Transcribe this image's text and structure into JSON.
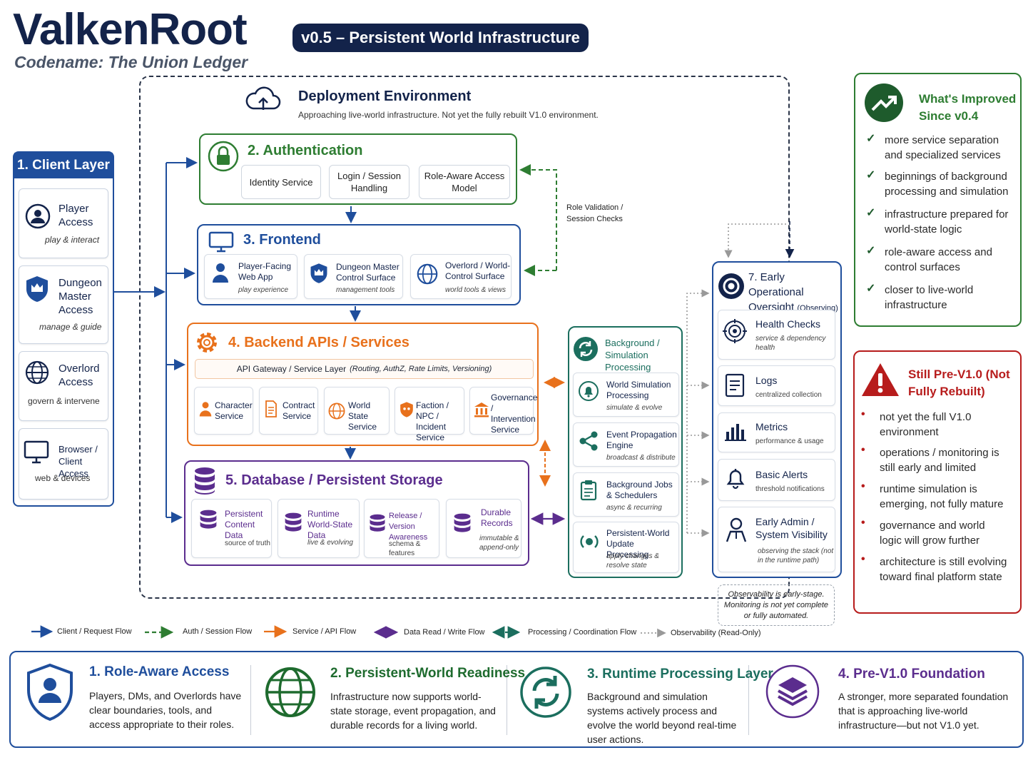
{
  "header": {
    "title": "ValkenRoot",
    "codename": "Codename: The Union Ledger",
    "version_pill": "v0.5 – Persistent World Infrastructure"
  },
  "deployment": {
    "title": "Deployment Environment",
    "subtitle": "Approaching live-world infrastructure. Not yet the fully rebuilt V1.0 environment."
  },
  "client_layer": {
    "title": "1. Client Layer",
    "items": [
      {
        "label": "Player Access",
        "sub": "play & interact"
      },
      {
        "label": "Dungeon Master Access",
        "sub": "manage & guide"
      },
      {
        "label": "Overlord Access",
        "sub": "govern & intervene"
      },
      {
        "label": "Browser / Client Access",
        "sub": "web & devices"
      }
    ]
  },
  "auth": {
    "title": "2. Authentication",
    "items": [
      "Identity Service",
      "Login / Session Handling",
      "Role-Aware Access Model"
    ],
    "side_note": "Role Validation / Session Checks"
  },
  "frontend": {
    "title": "3. Frontend",
    "items": [
      {
        "label": "Player-Facing Web App",
        "sub": "play experience"
      },
      {
        "label": "Dungeon Master Control Surface",
        "sub": "management tools"
      },
      {
        "label": "Overlord / World-Control Surface",
        "sub": "world tools & views"
      }
    ]
  },
  "backend": {
    "title": "4. Backend APIs / Services",
    "gateway": "API Gateway / Service Layer",
    "gateway_detail": "(Routing, AuthZ, Rate Limits, Versioning)",
    "items": [
      "Character Service",
      "Contract Service",
      "World State Service",
      "Faction / NPC / Incident Service",
      "Governance / Intervention Service"
    ]
  },
  "database": {
    "title": "5. Database / Persistent Storage",
    "items": [
      {
        "label": "Persistent Content Data",
        "sub": "source of truth"
      },
      {
        "label": "Runtime World-State Data",
        "sub": "live & evolving"
      },
      {
        "label": "Release / Version Awareness",
        "sub": "schema & features"
      },
      {
        "label": "Durable Records",
        "sub": "immutable & append-only"
      }
    ]
  },
  "processing": {
    "title": "Background / Simulation Processing",
    "items": [
      {
        "label": "World Simulation Processing",
        "sub": "simulate & evolve"
      },
      {
        "label": "Event Propagation Engine",
        "sub": "broadcast & distribute"
      },
      {
        "label": "Background Jobs & Schedulers",
        "sub": "async & recurring"
      },
      {
        "label": "Persistent-World Update Processing",
        "sub": "apply changes & resolve state"
      }
    ]
  },
  "oversight": {
    "title": "7. Early Operational Oversight",
    "title_suffix": "(Observing)",
    "items": [
      {
        "label": "Health Checks",
        "sub": "service & dependency health"
      },
      {
        "label": "Logs",
        "sub": "centralized collection"
      },
      {
        "label": "Metrics",
        "sub": "performance & usage"
      },
      {
        "label": "Basic Alerts",
        "sub": "threshold notifications"
      },
      {
        "label": "Early Admin / System Visibility",
        "sub": "observing the stack (not in the runtime path)"
      }
    ],
    "note": "Observability is early-stage. Monitoring is not yet complete or fully automated."
  },
  "improved": {
    "title": "What's Improved Since v0.4",
    "items": [
      "more service separation and specialized services",
      "beginnings of background processing and simulation",
      "infrastructure prepared for world-state logic",
      "role-aware access and control surfaces",
      "closer to live-world infrastructure"
    ]
  },
  "pre_v1": {
    "title": "Still Pre-V1.0 (Not Fully Rebuilt)",
    "items": [
      "not yet the full V1.0 environment",
      "operations / monitoring is still early and limited",
      "runtime simulation is emerging, not fully mature",
      "governance and world logic will grow further",
      "architecture is still evolving toward final platform state"
    ]
  },
  "legend": [
    {
      "label": "Client / Request Flow",
      "color": "#1f4e9c",
      "style": "solid"
    },
    {
      "label": "Auth / Session Flow",
      "color": "#2e7d32",
      "style": "dashed"
    },
    {
      "label": "Service / API Flow",
      "color": "#e8711c",
      "style": "solid"
    },
    {
      "label": "Data Read / Write Flow",
      "color": "#5b2d8e",
      "style": "solid-both"
    },
    {
      "label": "Processing / Coordination Flow",
      "color": "#1b6e5e",
      "style": "dashed-both"
    },
    {
      "label": "Observability (Read-Only)",
      "color": "#888888",
      "style": "dotted"
    }
  ],
  "highlights": [
    {
      "title": "1. Role-Aware Access",
      "body": "Players, DMs, and Overlords have clear boundaries, tools, and access appropriate to their roles."
    },
    {
      "title": "2. Persistent-World Readiness",
      "body": "Infrastructure now supports world-state storage, event propagation, and durable records for a living world."
    },
    {
      "title": "3. Runtime Processing Layer",
      "body": "Background and simulation systems actively process and evolve the world beyond real-time user actions."
    },
    {
      "title": "4. Pre-V1.0 Foundation",
      "body": "A stronger, more separated foundation that is approaching live-world infrastructure—but not V1.0 yet."
    }
  ],
  "colors": {
    "navy": "#13234a",
    "client": "#1f4e9c",
    "auth": "#2e7d32",
    "backend": "#e8711c",
    "database": "#5b2d8e",
    "processing": "#1b6e5e",
    "warning": "#b71c1c"
  }
}
